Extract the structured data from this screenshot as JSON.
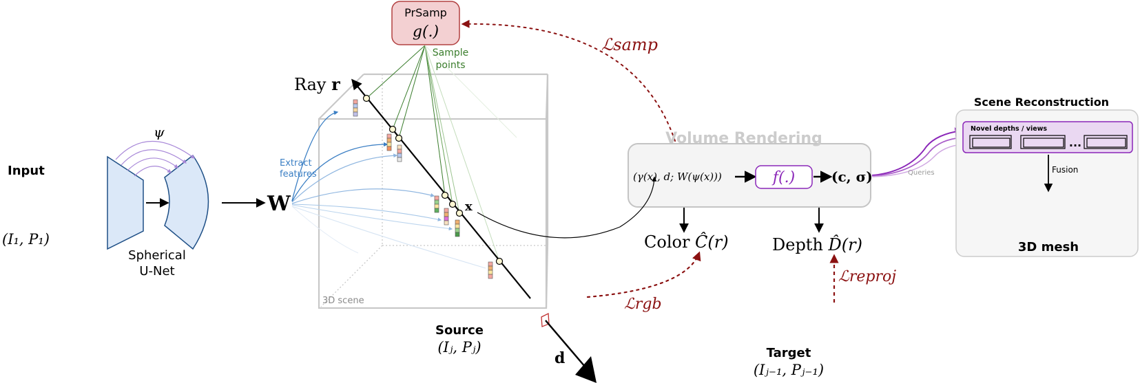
{
  "labels": {
    "input": "Input",
    "input_math": "(I₁, P₁)",
    "psi": "ψ",
    "unet_line1": "Spherical",
    "unet_line2": "U-Net",
    "w": "W",
    "extract_line1": "Extract",
    "extract_line2": "features",
    "prsamp": "PrSamp",
    "prsamp_fn": "g(.)",
    "sample_line1": "Sample",
    "sample_line2": "points",
    "ray": "Ray ",
    "ray_r": "r",
    "x": "x",
    "d": "d",
    "scene3d": "3D scene",
    "source": "Source",
    "source_math": "(Iⱼ, Pⱼ)",
    "l_samp": "ℒsamp",
    "volume_rendering": "Volume Rendering",
    "vr_input": "(γ(x), d; W(ψ(x)))",
    "f_fn": "f(.)",
    "vr_output": "(c, σ)",
    "color": "Color ",
    "color_math": "Ĉ(r)",
    "depth": "Depth ",
    "depth_math": "D̂(r)",
    "l_rgb": "ℒrgb",
    "l_reproj": "ℒreproj",
    "target": "Target",
    "target_math": "(Iⱼ₋₁, Pⱼ₋₁)",
    "queries": "Queries",
    "scene_recon": "Scene Reconstruction",
    "novel": "Novel depths / views",
    "dots": "...",
    "fusion": "Fusion",
    "mesh": "3D mesh"
  },
  "colors": {
    "unet_fill": "#dbe8f8",
    "unet_stroke": "#1e4f86",
    "skip_arrows": "#a888d8",
    "feature_arrows": "#3b7fc4",
    "prsamp_fill": "#f3d0d2",
    "prsamp_stroke": "#b24040",
    "sample_lines": "#3a7d2c",
    "loss_red": "#8b1111",
    "purple": "#8a26b8",
    "purple_light": "#ead8f2",
    "box_grey": "#c4c4c4"
  }
}
